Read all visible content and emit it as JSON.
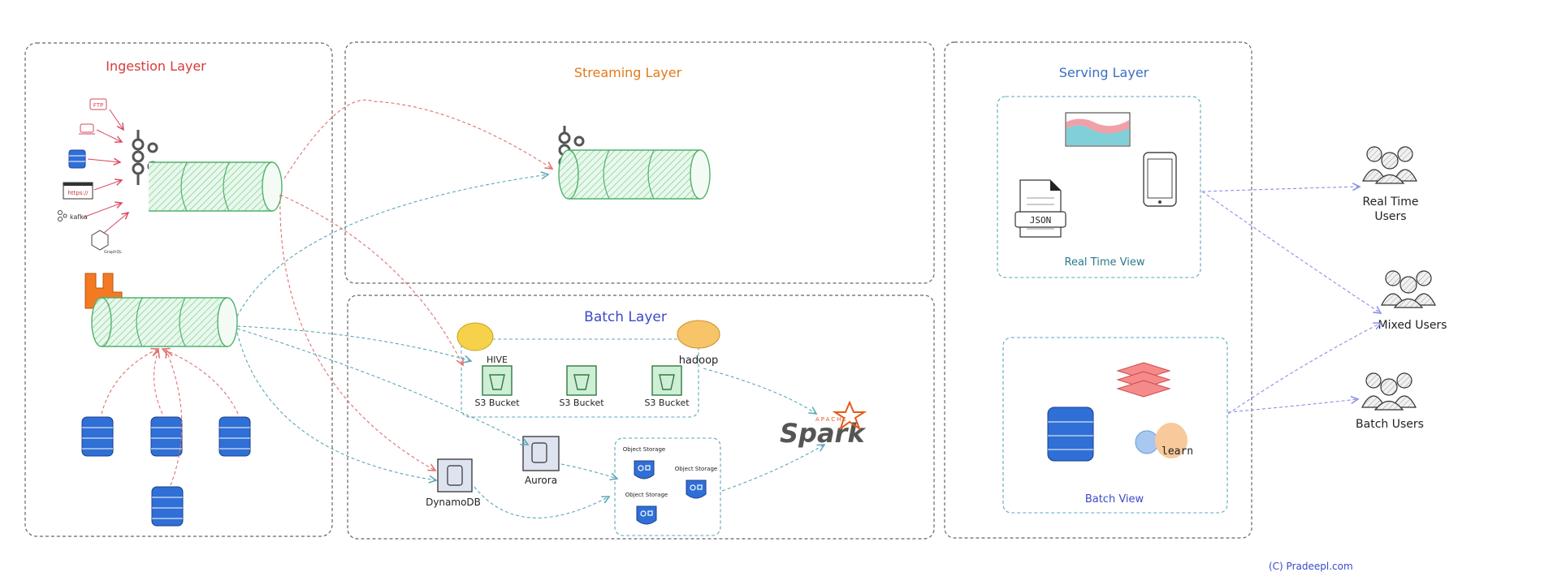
{
  "layers": {
    "ingestion": "Ingestion Layer",
    "streaming": "Streaming Layer",
    "batch": "Batch Layer",
    "serving": "Serving Layer"
  },
  "sources": {
    "ftp": "FTP",
    "https": "https://",
    "kafka": "kafka",
    "graphql": "GraphQL"
  },
  "batch": {
    "hive": "HIVE",
    "hadoop": "hadoop",
    "s3_buckets": [
      "S3 Bucket",
      "S3 Bucket",
      "S3 Bucket"
    ],
    "dynamodb": "DynamoDB",
    "aurora": "Aurora",
    "object_storage": [
      "Object Storage",
      "Object Storage",
      "Object Storage"
    ],
    "spark_apache": "APACHE",
    "spark": "Spark"
  },
  "serving": {
    "json": "JSON",
    "real_time_view": "Real Time View",
    "batch_view": "Batch View",
    "learn": "learn"
  },
  "users": {
    "real_time": [
      "Real Time",
      "Users"
    ],
    "mixed": "Mixed Users",
    "batch": "Batch Users"
  },
  "footer": "(C) Pradeepl.com",
  "colors": {
    "ingestion_title": "#d63a3a",
    "streaming_title": "#e07a1a",
    "batch_title": "#3a49c9",
    "serving_title": "#3a6fc2",
    "pipe_fill": "#cfeed6",
    "pipe_stroke": "#4fb26a",
    "red_arrow": "#e07070",
    "teal_arrow": "#5aa8b8",
    "purple_arrow": "#8a8ee8",
    "db_blue": "#2f6fd6"
  }
}
